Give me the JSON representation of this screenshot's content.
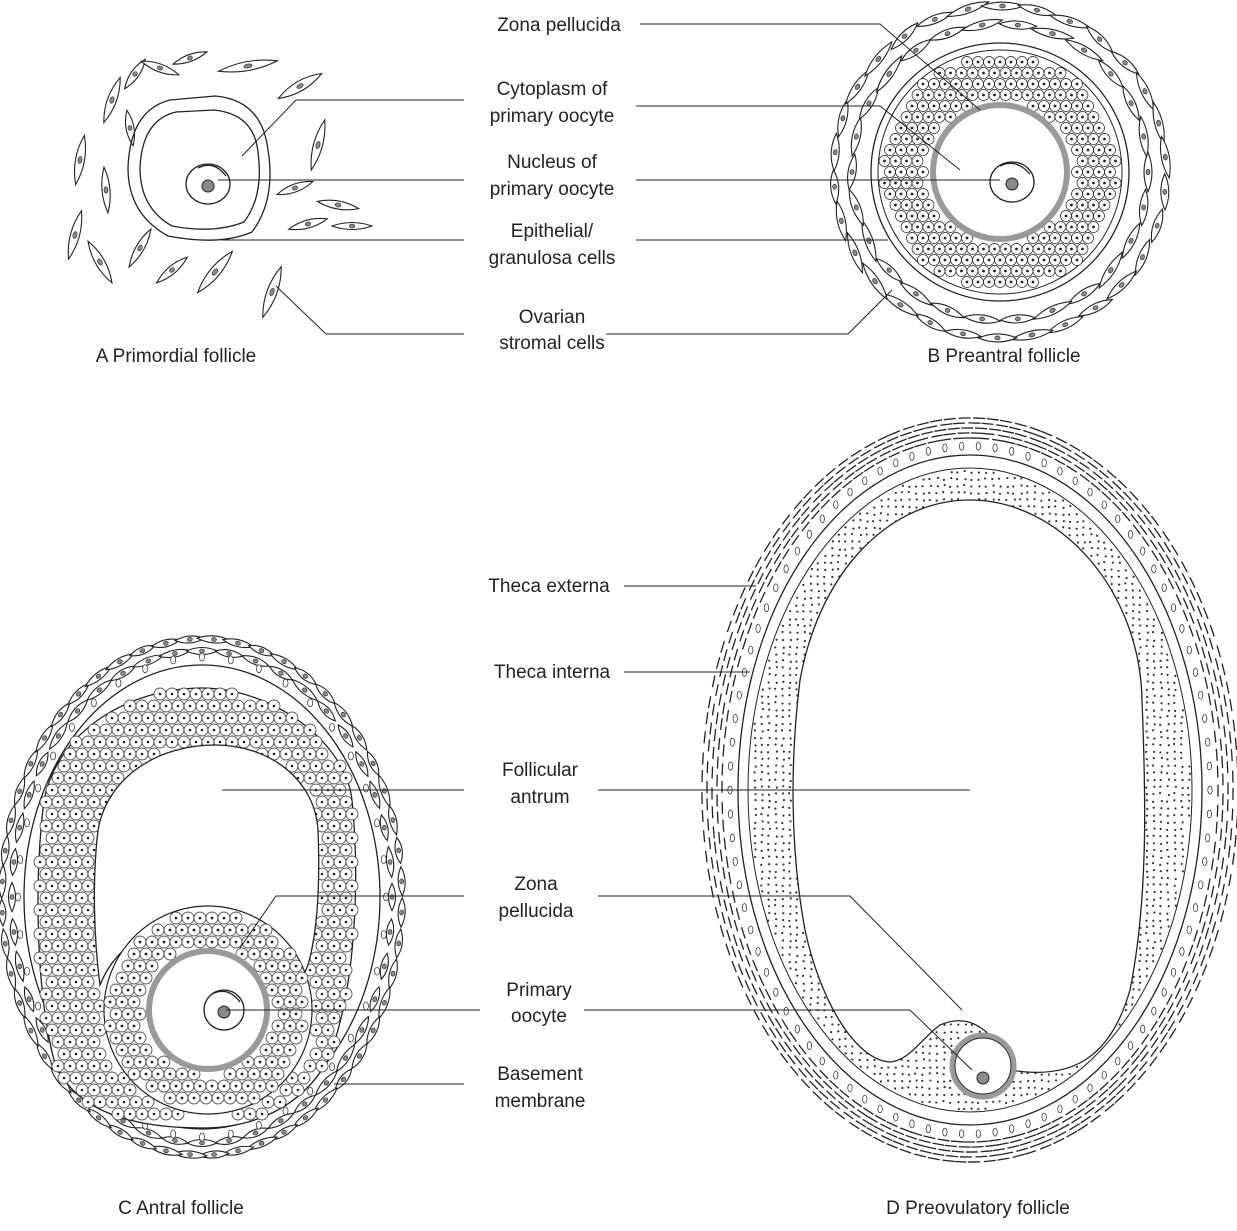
{
  "captions": {
    "a": "A Primordial follicle",
    "b": "B Preantral follicle",
    "c": "C Antral follicle",
    "d": "D Preovulatory follicle"
  },
  "labels": {
    "zona_top": "Zona pellucida",
    "cytoplasm_1": "Cytoplasm of",
    "cytoplasm_2": "primary oocyte",
    "nucleus_1": "Nucleus of",
    "nucleus_2": "primary oocyte",
    "epithelial_1": "Epithelial/",
    "epithelial_2": "granulosa cells",
    "ovarian_1": "Ovarian",
    "ovarian_2": "stromal cells",
    "theca_externa": "Theca externa",
    "theca_interna": "Theca interna",
    "antrum_1": "Follicular",
    "antrum_2": "antrum",
    "zona_mid_1": "Zona",
    "zona_mid_2": "pellucida",
    "oocyte_1": "Primary",
    "oocyte_2": "oocyte",
    "basement_1": "Basement",
    "basement_2": "membrane"
  },
  "colors": {
    "ink": "#222222",
    "zona": "#9a9a9a",
    "nucleolus": "#8a8a8a",
    "background": "#ffffff"
  }
}
